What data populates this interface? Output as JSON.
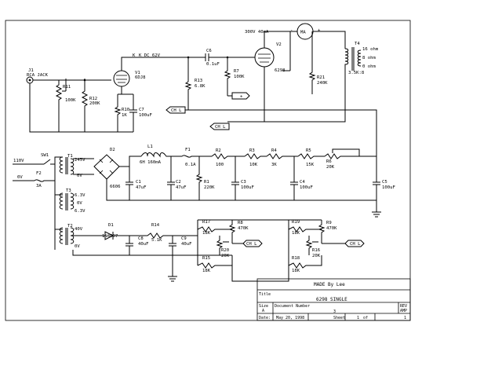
{
  "components": {
    "input_jack": {
      "ref": "J1",
      "name": "RCA JACK"
    },
    "r11": {
      "ref": "R11",
      "value": "100K"
    },
    "r12": {
      "ref": "R12",
      "value": "200K"
    },
    "r10": {
      "ref": "R10",
      "value": "1K"
    },
    "c7": {
      "ref": "C7",
      "value": "100uF"
    },
    "v1": {
      "ref": "V1",
      "value": "6DJ8"
    },
    "b_plus_label": "K DC 62V",
    "c6": {
      "ref": "C6",
      "value": "0.1uF"
    },
    "r13": {
      "ref": "R13",
      "value": "6.8K"
    },
    "r7": {
      "ref": "R7",
      "value": "100K"
    },
    "v2": {
      "ref": "V2",
      "value": "6298"
    },
    "plate_label": "300V 40mA",
    "meter": "MA",
    "r21": {
      "ref": "R21",
      "value": "240K"
    },
    "t4": {
      "ref": "T4",
      "tap1": "16 ohm",
      "tap2": "8 ohm",
      "tap3": "0 ohm",
      "primary": "3.5K:8"
    },
    "sw1": {
      "ref": "SW1"
    },
    "f2": {
      "ref": "F2",
      "value": "3A"
    },
    "mains1": "110V",
    "mains2": "0V",
    "t1": {
      "ref": "T1",
      "sec": "245V",
      "zero": "0V"
    },
    "t3": {
      "ref": "T3",
      "sec1": "6.3V",
      "zero": "0V",
      "sec2": "6.3V"
    },
    "t2": {
      "ref": "T2",
      "sec": "40V",
      "zero": "0V"
    },
    "d2": {
      "ref": "D2",
      "value": "6606"
    },
    "l1": {
      "ref": "L1",
      "value": "6H 160mA"
    },
    "f1": {
      "ref": "F1",
      "value": "0.1A"
    },
    "r2": {
      "ref": "R2",
      "value": "100"
    },
    "r3": {
      "ref": "R3",
      "value": "10K"
    },
    "r4": {
      "ref": "R4",
      "value": "3K"
    },
    "r5": {
      "ref": "R5",
      "value": "15K"
    },
    "r6": {
      "ref": "R6",
      "value": "20K"
    },
    "c1": {
      "ref": "C1",
      "value": "47uF"
    },
    "c2": {
      "ref": "C2",
      "value": "47uF"
    },
    "r1": {
      "ref": "R1",
      "value": "220K"
    },
    "c3": {
      "ref": "C3",
      "value": "100uF"
    },
    "c4": {
      "ref": "C4",
      "value": "100uF"
    },
    "c5": {
      "ref": "C5",
      "value": "100uF"
    },
    "d1": {
      "ref": "D1",
      "value": "1N4007"
    },
    "r14": {
      "ref": "R14",
      "value": "5.1K"
    },
    "c8": {
      "ref": "C8",
      "value": "40uF"
    },
    "c9": {
      "ref": "C9",
      "value": "40uF"
    },
    "r17": {
      "ref": "R17",
      "value": "18K"
    },
    "r8": {
      "ref": "R8",
      "value": "470K"
    },
    "r20": {
      "ref": "R20",
      "value": "20K"
    },
    "r15": {
      "ref": "R15",
      "value": "18K"
    },
    "r19": {
      "ref": "R19",
      "value": "18K"
    },
    "r9": {
      "ref": "R9",
      "value": "470K"
    },
    "r16": {
      "ref": "R16",
      "value": "20K"
    },
    "r18": {
      "ref": "R18",
      "value": "18K"
    }
  },
  "net_labels": {
    "ch_l": "CH L",
    "ch_l2": "CH L",
    "ch_l3": "CH L",
    "ch_l4": "CH L",
    "plus": "+",
    "minus": "-",
    "k": "K"
  },
  "title_block": {
    "made_by": "MADE By Lee",
    "title_label": "Title",
    "title": "6298 SINGLE",
    "size_label": "Size",
    "size": "A",
    "doc_label": "Document Number",
    "doc_number": "3",
    "rev_label": "REV",
    "rev": "AMP",
    "date_label": "Date:",
    "date": "May 20, 1998",
    "sheet_label": "Sheet",
    "sheet": "1",
    "of_label": "of",
    "of": "1"
  }
}
